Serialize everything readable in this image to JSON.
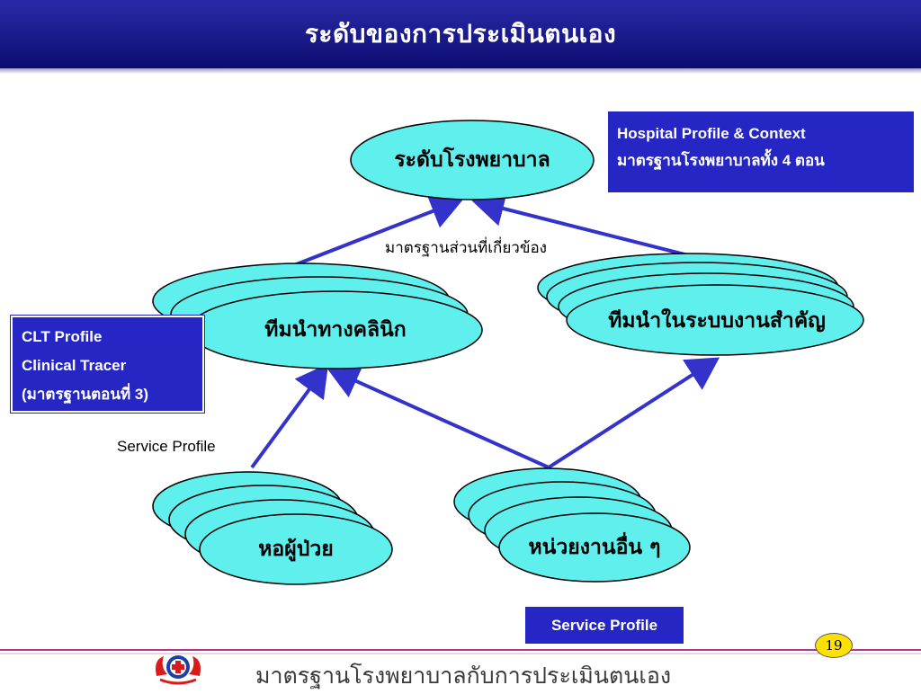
{
  "title": "ระดับของการประเมินตนเอง",
  "nodes": {
    "hospital": "ระดับโรงพยาบาล",
    "clinical_team": "ทีมนำทางคลินิก",
    "system_team": "ทีมนำในระบบงานสำคัญ",
    "ward": "หอผู้ป่วย",
    "other_unit": "หน่วยงานอื่น ๆ"
  },
  "captions": {
    "related_standards": "มาตรฐานส่วนที่เกี่ยวข้อง",
    "service_profile_left": "Service Profile"
  },
  "hospital_box": {
    "line1": "Hospital Profile & Context",
    "line2": "มาตรฐานโรงพยาบาลทั้ง 4 ตอน"
  },
  "clt_box": {
    "line1": "CLT Profile",
    "line2": "Clinical Tracer",
    "line3": "(มาตรฐานตอนที่ 3)"
  },
  "service_box": "Service Profile",
  "footer": {
    "text": "มาตรฐานโรงพยาบาลกับการประเมินตนเอง",
    "page_number": "19"
  },
  "colors": {
    "ellipse_fill": "#5ff0ee",
    "arrow": "#3333cc",
    "box": "#2626c4",
    "title_bar": "#1a1a8c"
  }
}
